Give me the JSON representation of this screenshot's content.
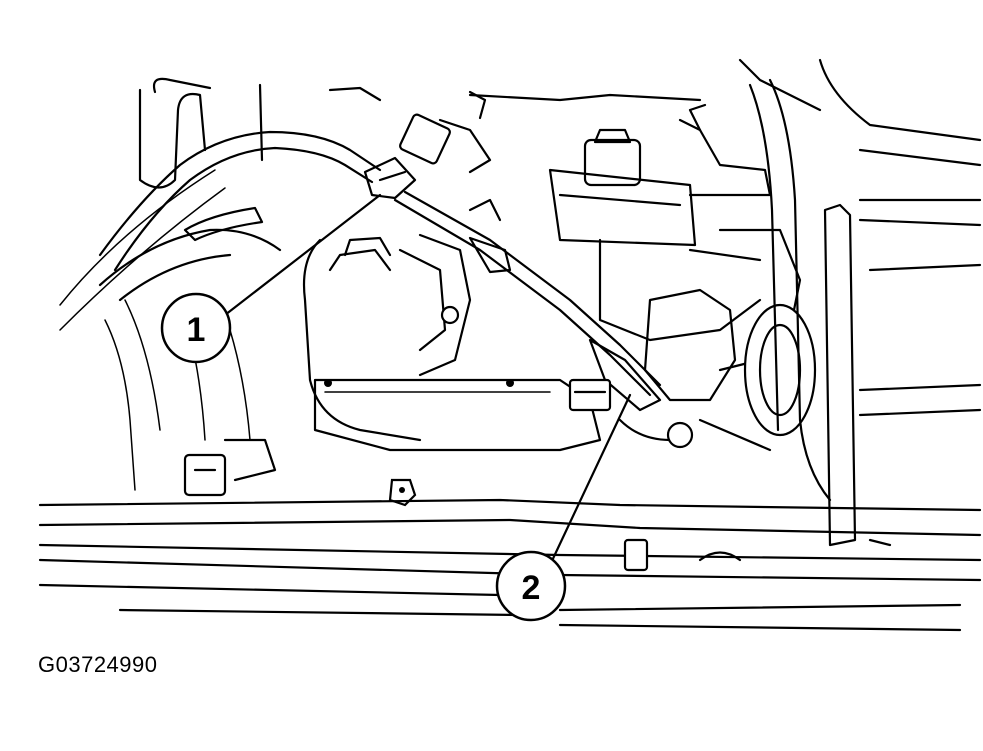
{
  "figure": {
    "id_label": "G03724990",
    "callouts": [
      {
        "number": "1"
      },
      {
        "number": "2"
      }
    ]
  },
  "colors": {
    "line": "#000000",
    "background": "#ffffff"
  }
}
